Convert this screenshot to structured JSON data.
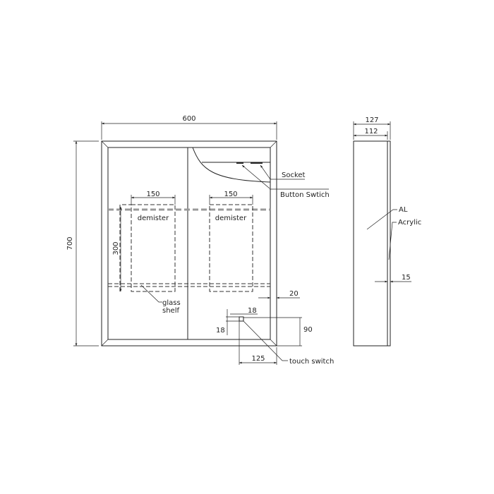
{
  "front_view": {
    "width_dim": "600",
    "height_dim": "700",
    "demister_width_left": "150",
    "demister_width_right": "150",
    "demister_label_left": "demister",
    "demister_label_right": "demister",
    "demister_height": "300",
    "glass_shelf_label_1": "glass",
    "glass_shelf_label_2": "shelf",
    "socket_label": "Socket",
    "button_switch_label": "Button Swtich",
    "edge_dim": "20",
    "switch_width": "18",
    "switch_height": "18",
    "switch_from_bottom": "90",
    "switch_from_right": "125",
    "touch_switch_label": "touch switch"
  },
  "side_view": {
    "total_depth": "127",
    "body_depth": "112",
    "al_label": "AL",
    "acrylic_label": "Acrylic",
    "acrylic_dim": "15"
  }
}
